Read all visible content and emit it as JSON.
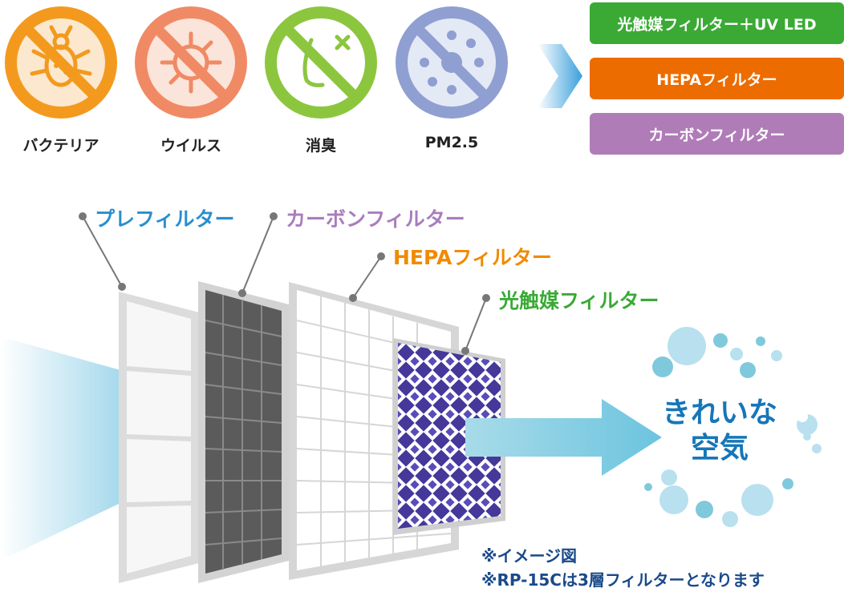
{
  "targets": [
    {
      "label": "バクテリア",
      "color": "#f39a1e",
      "icon": "bacteria-icon"
    },
    {
      "label": "ウイルス",
      "color": "#f08a65",
      "icon": "virus-icon"
    },
    {
      "label": "消臭",
      "color": "#8cc63f",
      "icon": "odor-icon"
    },
    {
      "label": "PM2.5",
      "color": "#8f9fd1",
      "icon": "pm25-icon"
    }
  ],
  "filter_buttons": [
    {
      "label": "光触媒フィルター＋UV LED",
      "color": "#3aaa35"
    },
    {
      "label": "HEPAフィルター",
      "color": "#ec6c00"
    },
    {
      "label": "カーボンフィルター",
      "color": "#b07cb8"
    }
  ],
  "layers": {
    "pre": {
      "label": "プレフィルター",
      "color": "#2a8ed0"
    },
    "carbon": {
      "label": "カーボンフィルター",
      "color": "#a97dbd"
    },
    "hepa": {
      "label": "HEPAフィルター",
      "color": "#f08a00"
    },
    "photocatalyst": {
      "label": "光触媒フィルター",
      "color": "#3aaa35"
    }
  },
  "clean_air": {
    "line1": "きれいな",
    "line2": "空気"
  },
  "notes": {
    "image_note": "※イメージ図",
    "model_note": "※RP-15Cは3層フィルターとなります"
  }
}
